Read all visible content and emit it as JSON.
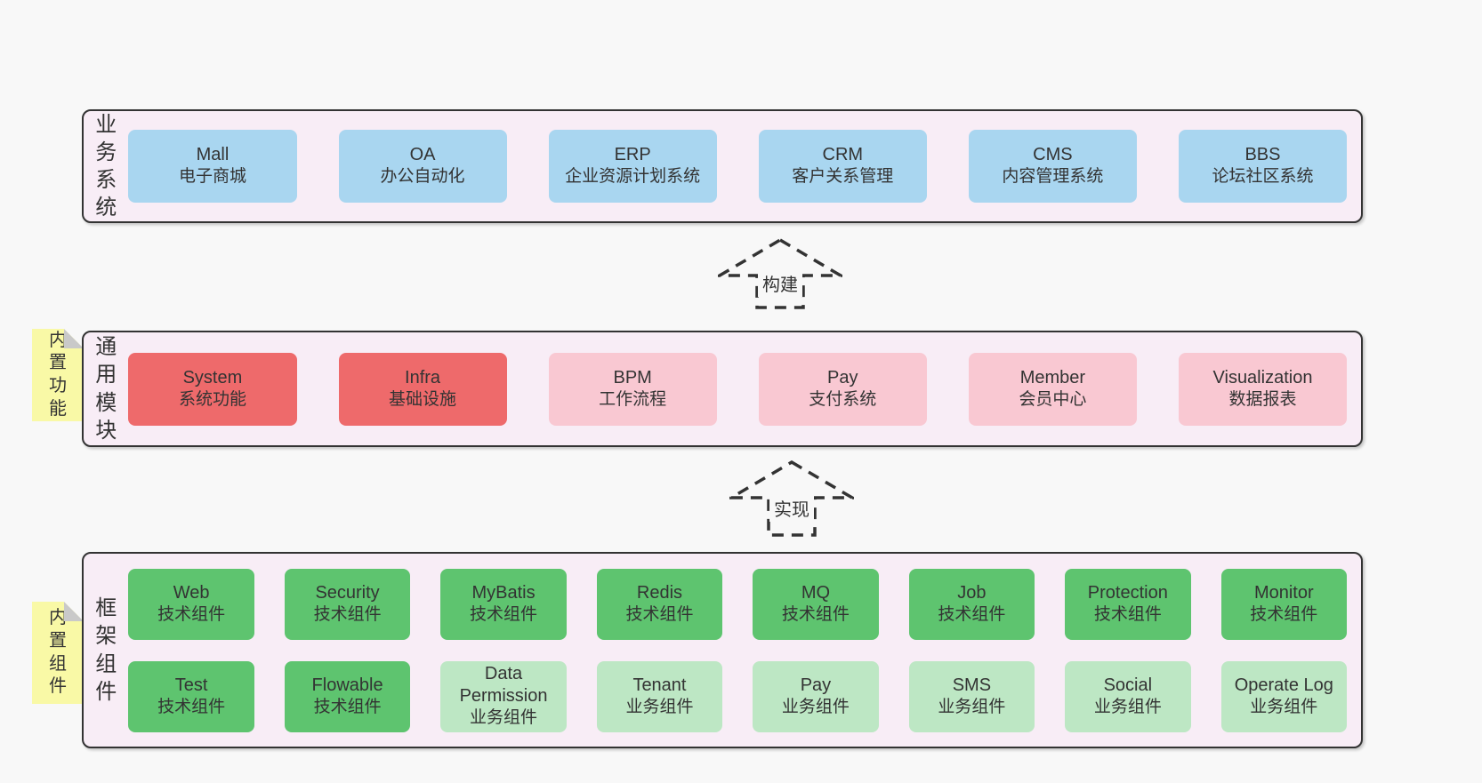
{
  "colors": {
    "page_bg": "#f8f8f8",
    "band_bg": "#f8edf6",
    "border": "#333333",
    "business_system_box": "#a9d6f0",
    "core_module_box": "#ee6a6b",
    "extension_module_box": "#f9c8d2",
    "tech_component_box": "#5ec46f",
    "biz_component_box": "#bde7c4",
    "sticky_note": "#f9f9a6",
    "sticky_fold": "#c9c9c9"
  },
  "stickies": [
    {
      "label": "内置功能"
    },
    {
      "label": "内置组件"
    }
  ],
  "arrows": [
    {
      "label": "构建"
    },
    {
      "label": "实现"
    }
  ],
  "bands": [
    {
      "label": "业务系统",
      "boxes": [
        {
          "en": "Mall",
          "zh": "电子商城"
        },
        {
          "en": "OA",
          "zh": "办公自动化"
        },
        {
          "en": "ERP",
          "zh": "企业资源计划系统"
        },
        {
          "en": "CRM",
          "zh": "客户关系管理"
        },
        {
          "en": "CMS",
          "zh": "内容管理系统"
        },
        {
          "en": "BBS",
          "zh": "论坛社区系统"
        }
      ]
    },
    {
      "label": "通用模块",
      "boxes": [
        {
          "en": "System",
          "zh": "系统功能"
        },
        {
          "en": "Infra",
          "zh": "基础设施"
        },
        {
          "en": "BPM",
          "zh": "工作流程"
        },
        {
          "en": "Pay",
          "zh": "支付系统"
        },
        {
          "en": "Member",
          "zh": "会员中心"
        },
        {
          "en": "Visualization",
          "zh": "数据报表"
        }
      ]
    },
    {
      "label": "框架组件",
      "rows": [
        [
          {
            "en": "Web",
            "zh": "技术组件"
          },
          {
            "en": "Security",
            "zh": "技术组件"
          },
          {
            "en": "MyBatis",
            "zh": "技术组件"
          },
          {
            "en": "Redis",
            "zh": "技术组件"
          },
          {
            "en": "MQ",
            "zh": "技术组件"
          },
          {
            "en": "Job",
            "zh": "技术组件"
          },
          {
            "en": "Protection",
            "zh": "技术组件"
          },
          {
            "en": "Monitor",
            "zh": "技术组件"
          }
        ],
        [
          {
            "en": "Test",
            "zh": "技术组件"
          },
          {
            "en": "Flowable",
            "zh": "技术组件"
          },
          {
            "en": "Data Permission",
            "zh": "业务组件"
          },
          {
            "en": "Tenant",
            "zh": "业务组件"
          },
          {
            "en": "Pay",
            "zh": "业务组件"
          },
          {
            "en": "SMS",
            "zh": "业务组件"
          },
          {
            "en": "Social",
            "zh": "业务组件"
          },
          {
            "en": "Operate Log",
            "zh": "业务组件"
          }
        ]
      ]
    }
  ]
}
